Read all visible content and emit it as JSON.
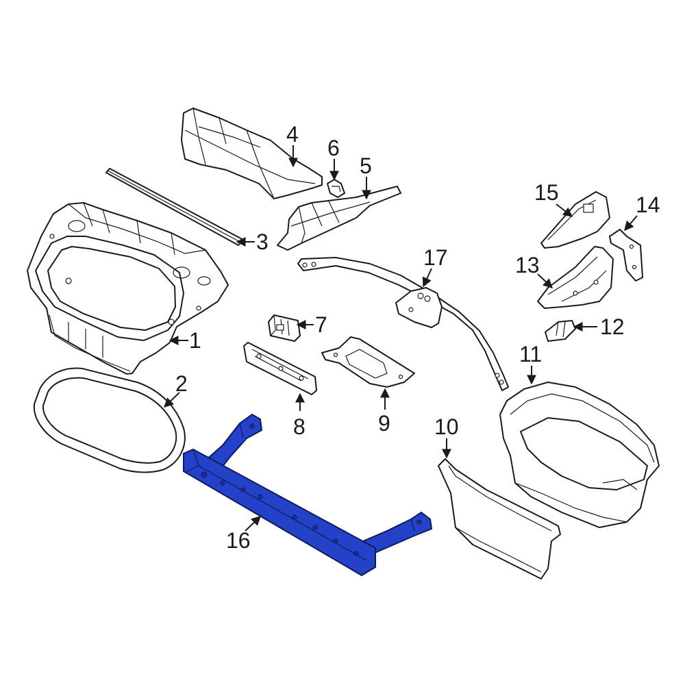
{
  "accent_color": "#2442c8",
  "highlighted_part": "16",
  "callouts": {
    "c1": "1",
    "c2": "2",
    "c3": "3",
    "c4": "4",
    "c5": "5",
    "c6": "6",
    "c7": "7",
    "c8": "8",
    "c9": "9",
    "c10": "10",
    "c11": "11",
    "c12": "12",
    "c13": "13",
    "c14": "14",
    "c15": "15",
    "c16": "16",
    "c17": "17"
  }
}
